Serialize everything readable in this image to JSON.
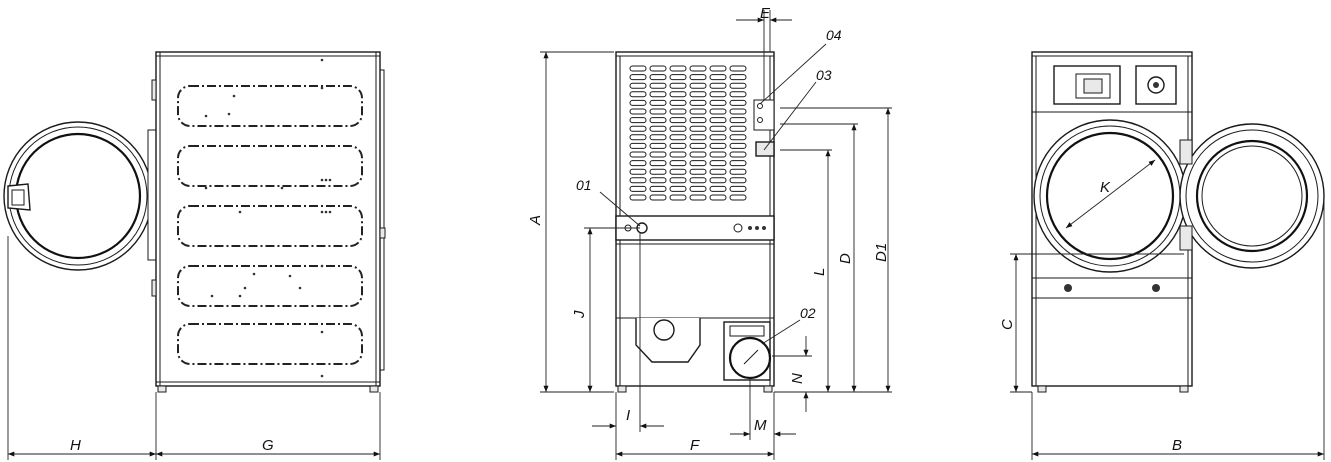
{
  "dimension_labels": {
    "A": "A",
    "B": "B",
    "C": "C",
    "D": "D",
    "D1": "D1",
    "E": "E",
    "F": "F",
    "G": "G",
    "H": "H",
    "I": "I",
    "J": "J",
    "K": "K",
    "L": "L",
    "M": "M",
    "N": "N"
  },
  "callouts": {
    "c01": "01",
    "c02": "02",
    "c03": "03",
    "c04": "04"
  },
  "colors": {
    "line": "#1a1a1a",
    "background": "#ffffff"
  }
}
